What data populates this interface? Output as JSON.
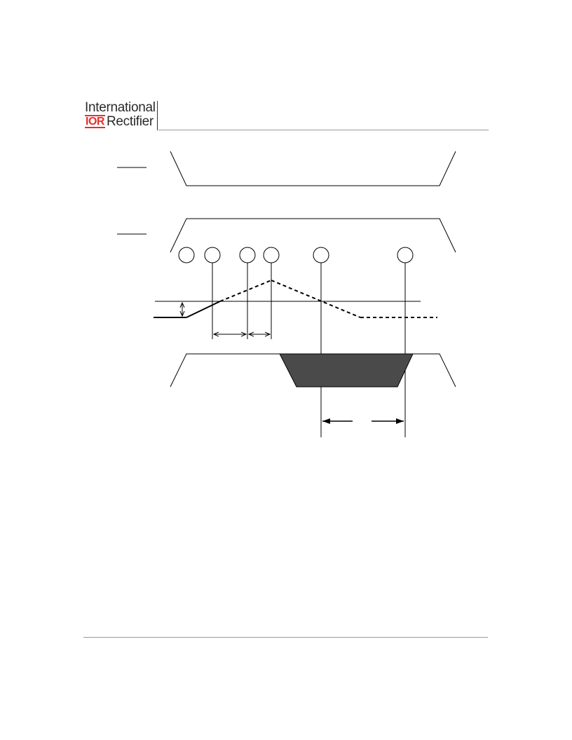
{
  "header": {
    "logo_line1": "International",
    "logo_mark": "IOR",
    "logo_line2": "Rectifier"
  },
  "colors": {
    "ink": "#000000",
    "shaded_region": "#4a4a4a",
    "rule": "#9a9a9a",
    "brand_red": "#e2312a"
  }
}
